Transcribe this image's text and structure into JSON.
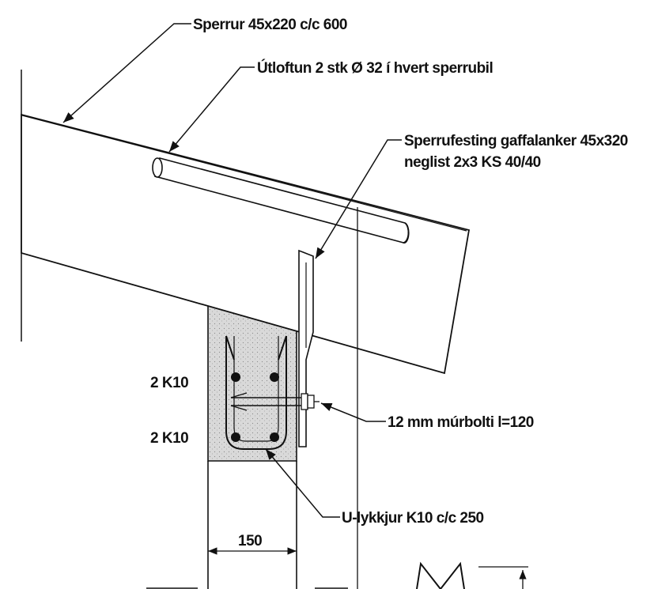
{
  "labels": {
    "rafters": "Sperrur 45x220 c/c 600",
    "ventilation": "Útloftun 2 stk Ø 32 í hvert sperrubil",
    "anchor_line1": "Sperrufesting gaffalanker 45x320",
    "anchor_line2": "neglist 2x3 KS 40/40",
    "rebar_top": "2 K10",
    "rebar_bottom": "2 K10",
    "bolt": "12 mm múrbolti l=120",
    "stirrups": "U-lykkjur K10 c/c 250",
    "wall_width": "150"
  },
  "colors": {
    "line": "#111111",
    "concrete_fill": "#d9d9d9",
    "background": "#ffffff"
  }
}
